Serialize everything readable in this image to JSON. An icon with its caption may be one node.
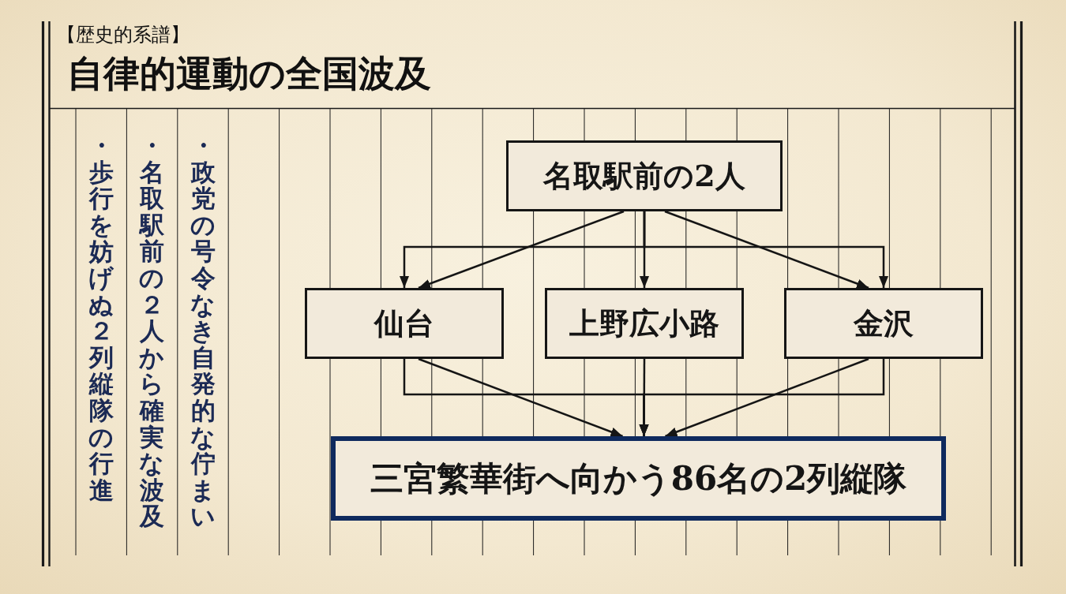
{
  "diagram": {
    "title": "自律的運動の全国波及",
    "nodes": [
      {
        "text": [
          "名取駅前の2人"
        ]
      },
      {
        "text": [
          "仙台"
        ]
      },
      {
        "text": [
          "上野広小路"
        ]
      },
      {
        "text": [
          "金沢"
        ]
      },
      {
        "text": [
          "三宮繁華街へ向かう86名の2列縦隊"
        ]
      }
    ],
    "edges": [
      {
        "from": 0,
        "to": 1,
        "arrow": "to"
      },
      {
        "from": 0,
        "to": 1,
        "arrow": "to"
      },
      {
        "from": 0,
        "to": 2,
        "arrow": "to"
      },
      {
        "from": 0,
        "to": 3,
        "arrow": "to"
      },
      {
        "from": 0,
        "to": 3,
        "arrow": "to"
      },
      {
        "from": 1,
        "to": 4,
        "arrow": "to"
      },
      {
        "from": 1,
        "to": 4,
        "arrow": "to"
      },
      {
        "from": 2,
        "to": 4,
        "arrow": "to"
      },
      {
        "from": 3,
        "to": 4,
        "arrow": "to"
      },
      {
        "from": 3,
        "to": 4,
        "arrow": "to"
      }
    ],
    "labels": [
      "【歴史的系譜】",
      "・政党の号令なき自発的な佇まい",
      "・名取駅前の２人から確実な波及",
      "・歩行を妨げぬ２列縦隊の行進"
    ]
  }
}
